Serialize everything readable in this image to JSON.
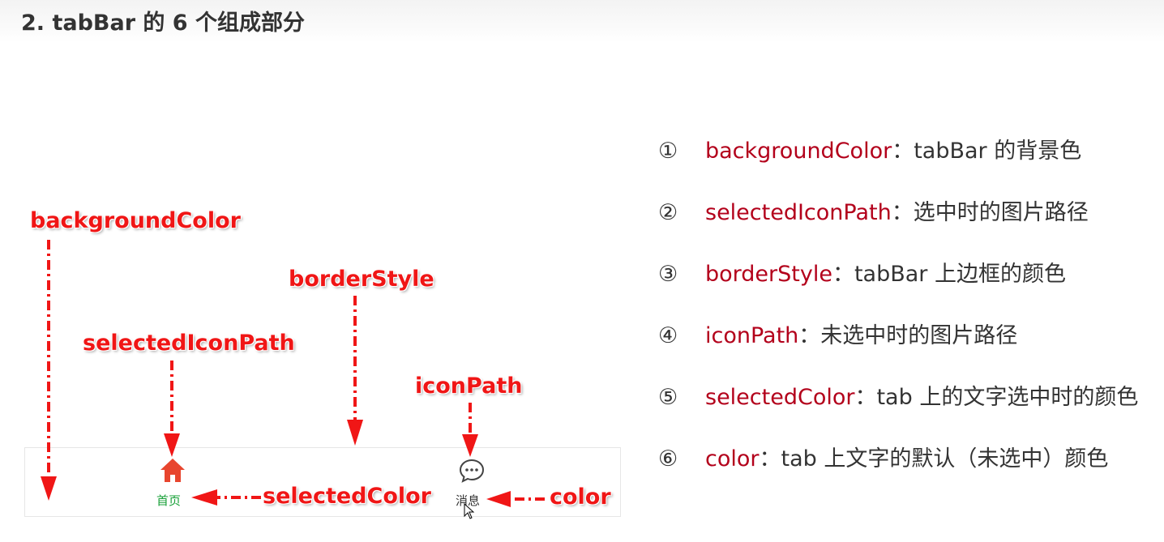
{
  "page_title": "2. tabBar 的 6 个组成部分",
  "diagram_labels": {
    "background_color": "backgroundColor",
    "border_style": "borderStyle",
    "selected_icon_path": "selectedIconPath",
    "icon_path": "iconPath",
    "selected_color": "selectedColor",
    "color": "color"
  },
  "tabbar": {
    "tabs": [
      {
        "label": "首页",
        "icon": "home-icon",
        "state": "selected"
      },
      {
        "label": "消息",
        "icon": "chat-bubble-icon",
        "state": "unselected"
      }
    ],
    "selected_color": "#18a038",
    "color": "#333333"
  },
  "annotation_color": "#f01616",
  "property_color": "#b3001b",
  "items": [
    {
      "num": "①",
      "prop": "backgroundColor",
      "sep": "：",
      "desc": "tabBar 的背景色"
    },
    {
      "num": "②",
      "prop": "selectedIconPath",
      "sep": "：",
      "desc": "选中时的图片路径"
    },
    {
      "num": "③",
      "prop": "borderStyle",
      "sep": "：",
      "desc": "tabBar 上边框的颜色"
    },
    {
      "num": "④",
      "prop": "iconPath",
      "sep": "：",
      "desc": "未选中时的图片路径"
    },
    {
      "num": "⑤",
      "prop": "selectedColor",
      "sep": "：",
      "desc": "tab 上的文字选中时的颜色"
    },
    {
      "num": "⑥",
      "prop": "color",
      "sep": "：",
      "desc": "tab 上文字的默认（未选中）颜色"
    }
  ]
}
